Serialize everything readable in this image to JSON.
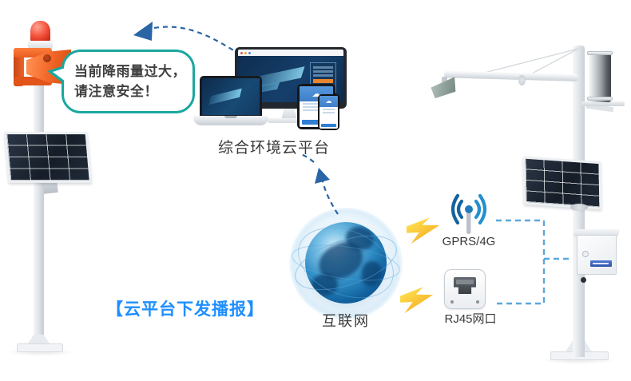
{
  "diagram": {
    "alarm_station": {
      "bubble": {
        "line1": "当前降雨量过大，",
        "line2": "请注意安全！"
      },
      "broadcast_caption": "【云平台下发播报】"
    },
    "cloud_platform": {
      "caption": "综合环境云平台"
    },
    "internet": {
      "caption": "互联网"
    },
    "uplinks": {
      "gprs": {
        "caption": "GPRS/4G",
        "icon": "antenna-signal-icon"
      },
      "rj45": {
        "caption": "RJ45网口",
        "icon": "ethernet-port-icon"
      }
    },
    "icons": {
      "cloud_glyph": "☁"
    },
    "colors": {
      "bubble_border": "#1BA7A0",
      "broadcast_text": "#1E8FFF",
      "arrow_dash": "#2A65A5",
      "connector_dash": "#5AA8DC",
      "lightning_from": "#FFF056",
      "lightning_to": "#F59B1E",
      "antenna_blue_dark": "#15639D",
      "antenna_blue_light": "#2590CF",
      "caption_text": "#3A3A3A",
      "globe_blue": "#11629E",
      "alarm_orange": "#EF6428",
      "beacon_red": "#E03224",
      "box_label_blue": "#2E55A6"
    }
  }
}
